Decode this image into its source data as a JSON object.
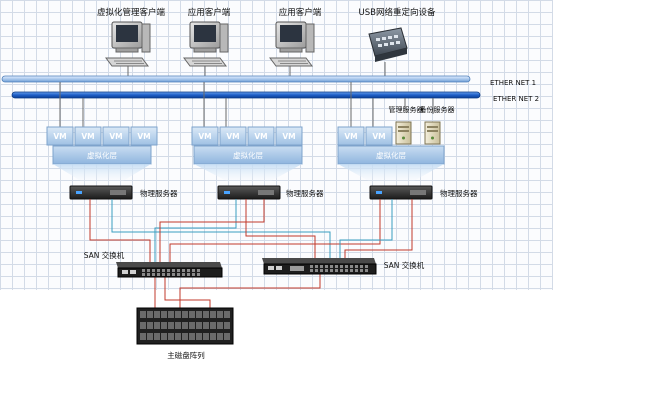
{
  "clients": [
    {
      "label": "虚拟化管理客户端"
    },
    {
      "label": "应用客户端"
    },
    {
      "label": "应用客户端"
    },
    {
      "label": "USB网络重定向设备"
    }
  ],
  "networks": {
    "ether1": "ETHER NET 1",
    "ether2": "ETHER NET 2"
  },
  "vm_label": "VM",
  "virtualization_layer_label": "虚拟化层",
  "physical_server_label": "物理服务器",
  "mgmt_server_label": "管理服务器",
  "backup_server_label": "备份服务器",
  "san_switch_label": "SAN 交换机",
  "storage_label": "主磁盘阵列",
  "colors": {
    "ether1": "#a9c8ec",
    "ether2": "#1f5fc8",
    "vm_box": "#bcd5ee",
    "virt_layer": "#aecbe9",
    "san_link": "#c0392b",
    "lan_link": "#3a9ec0"
  }
}
